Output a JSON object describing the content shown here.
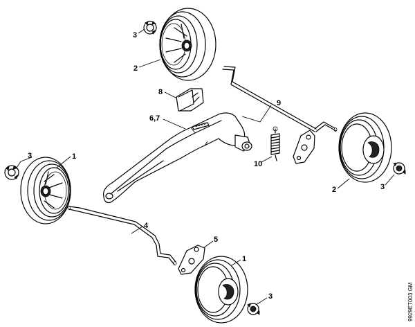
{
  "diagram": {
    "callouts": {
      "c1_top": "1",
      "c1_bottom": "1",
      "c2_top": "2",
      "c2_right": "2",
      "c3_topleft": "3",
      "c3_left": "3",
      "c3_right": "3",
      "c3_bottom": "3",
      "c4": "4",
      "c5": "5",
      "c67": "6,7",
      "c8": "8",
      "c9": "9",
      "c10": "10"
    },
    "drawing_code": "9929ET003 GM"
  }
}
